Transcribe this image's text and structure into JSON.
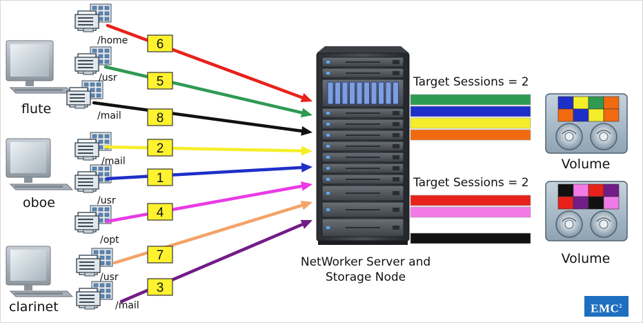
{
  "clients": [
    {
      "name": "flute"
    },
    {
      "name": "oboe"
    },
    {
      "name": "clarinet"
    }
  ],
  "savesets": [
    {
      "path": "/home",
      "session": "6",
      "color": "#e8221b"
    },
    {
      "path": "/usr",
      "session": "5",
      "color": "#2f9a52"
    },
    {
      "path": "/mail",
      "session": "8",
      "color": "#111111"
    },
    {
      "path": "/mail",
      "session": "2",
      "color": "#f4ee2a"
    },
    {
      "path": "",
      "session": "1",
      "color": "#1e2fc8"
    },
    {
      "path": "/usr",
      "session": "4",
      "color": "#e93ae6"
    },
    {
      "path": "/opt",
      "session": "",
      "color": "#f4a36a"
    },
    {
      "path": "/usr",
      "session": "7",
      "color": "#f4a36a"
    },
    {
      "path": "/mail",
      "session": "3",
      "color": "#731c87"
    }
  ],
  "server": {
    "line1": "NetWorker Server and",
    "line2": "Storage Node"
  },
  "devices": [
    {
      "target_label": "Target Sessions = 2",
      "volume_label": "Volume",
      "stripes": [
        "#2f9a52",
        "#1e2fc8",
        "#f4ee2a",
        "#f26a10"
      ],
      "tape": [
        "#1e2fc8",
        "#f4ee2a",
        "#2f9a52",
        "#f26a10",
        "#f26a10",
        "#1e2fc8",
        "#f4ee2a",
        "#f26a10"
      ]
    },
    {
      "target_label": "Target Sessions = 2",
      "volume_label": "Volume",
      "stripes": [
        "#e8221b",
        "#f27ae6",
        "#111111"
      ],
      "tape": [
        "#111111",
        "#f27ae6",
        "#e8221b",
        "#731c87",
        "#e8221b",
        "#731c87",
        "#111111",
        "#f27ae6"
      ]
    }
  ],
  "logo": {
    "text": "EMC",
    "sup": "2"
  }
}
